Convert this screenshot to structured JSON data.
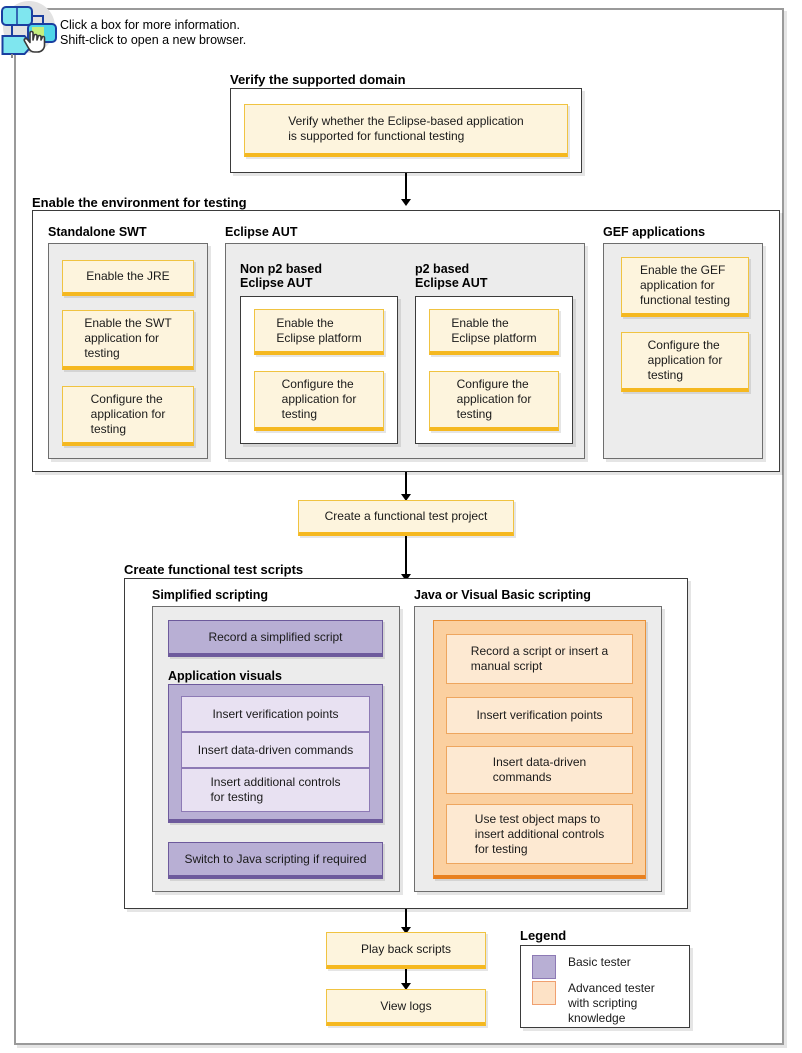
{
  "hint": {
    "icon": "flowchart-click-icon",
    "line1": "Click a box for more information.",
    "line2": "Shift-click to open a new browser."
  },
  "verify_section": {
    "title": "Verify the supported domain",
    "node": "Verify whether the Eclipse-based application\nis supported for functional testing"
  },
  "enable_section": {
    "title": "Enable the environment for testing",
    "columns": [
      {
        "title": "Standalone SWT",
        "nodes": [
          {
            "text": "Enable the JRE",
            "align": "center"
          },
          {
            "text": "Enable the SWT\napplication for\ntesting",
            "align": "left"
          },
          {
            "text": "Configure the\napplication for\ntesting",
            "align": "left"
          }
        ]
      },
      {
        "title": "Eclipse AUT",
        "subcolumns": [
          {
            "title": "Non p2 based\nEclipse AUT",
            "nodes": [
              {
                "text": "Enable the\nEclipse platform",
                "align": "left"
              },
              {
                "text": "Configure the\napplication for\ntesting",
                "align": "left"
              }
            ]
          },
          {
            "title": "p2 based\nEclipse AUT",
            "nodes": [
              {
                "text": "Enable the\nEclipse platform",
                "align": "left"
              },
              {
                "text": "Configure the\napplication for\ntesting",
                "align": "left"
              }
            ]
          }
        ]
      },
      {
        "title": "GEF applications",
        "nodes": [
          {
            "text": "Enable the GEF\napplication for\nfunctional testing",
            "align": "left"
          },
          {
            "text": "Configure the\napplication for\ntesting",
            "align": "left"
          }
        ]
      }
    ]
  },
  "create_project_node": "Create a functional test project",
  "scripts_section": {
    "title": "Create functional test scripts",
    "simplified": {
      "title": "Simplified scripting",
      "record_node": "Record a simplified script",
      "visuals_label": "Application visuals",
      "visuals_nodes": [
        {
          "text": "Insert verification points",
          "align": "center"
        },
        {
          "text": "Insert data-driven commands",
          "align": "center"
        },
        {
          "text": "Insert additional controls\nfor testing",
          "align": "left"
        }
      ],
      "switch_node": "Switch to Java scripting if required"
    },
    "java": {
      "title": "Java or Visual Basic scripting",
      "nodes": [
        {
          "text": "Record a script or insert a\nmanual script",
          "align": "left"
        },
        {
          "text": "Insert verification points",
          "align": "center"
        },
        {
          "text": "Insert data-driven\ncommands",
          "align": "left"
        },
        {
          "text": "Use test object maps to\ninsert additional controls\nfor testing",
          "align": "left"
        }
      ]
    }
  },
  "playback_node": "Play back scripts",
  "viewlogs_node": "View logs",
  "legend": {
    "title": "Legend",
    "items": [
      {
        "swatch": "basic-tester-swatch",
        "label": "Basic tester"
      },
      {
        "swatch": "advanced-tester-swatch",
        "label": "Advanced tester\nwith scripting\nknowledge"
      }
    ]
  },
  "colors": {
    "node_yellow_fill": "#fdf4dd",
    "node_yellow_border": "#f0c341",
    "node_yellow_accent": "#f5b820",
    "purple_fill": "#b8afd4",
    "purple_border": "#6d5a9c",
    "purple_light_fill": "#e8e1f2",
    "orange_fill": "#fbd0a0",
    "orange_border": "#e8801f",
    "orange_light_fill": "#fde9d2",
    "panel_gray": "#ececec",
    "frame_dark": "#3b3b3b"
  }
}
